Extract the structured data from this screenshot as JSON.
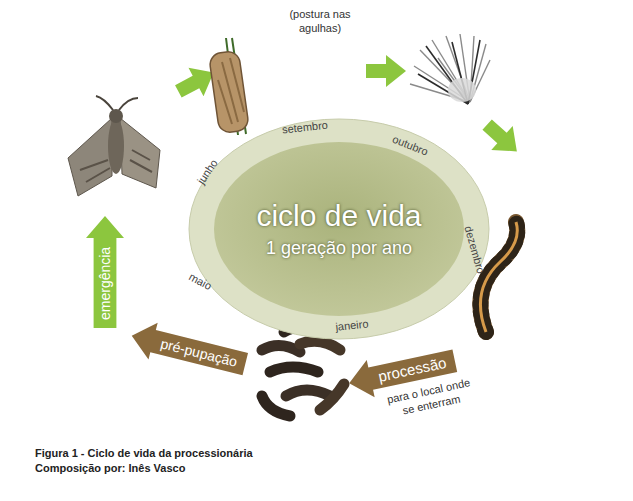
{
  "diagram": {
    "caption": "Figura 1 - Ciclo de vida da processionária",
    "nodes": [
      {
        "text": [
          "ciclo de vida",
          "1 geração por ano"
        ]
      },
      {
        "text": [
          "emergência"
        ]
      },
      {
        "text": [
          "pré-pupação"
        ]
      },
      {
        "text": [
          "processão",
          "para o local onde se enterram"
        ]
      }
    ],
    "labels": [
      "setembro",
      "outubro",
      "dezembro",
      "janeiro",
      "maio",
      "junho",
      "(postura nas agulhas)",
      "Composição por: Inês Vasco"
    ]
  }
}
